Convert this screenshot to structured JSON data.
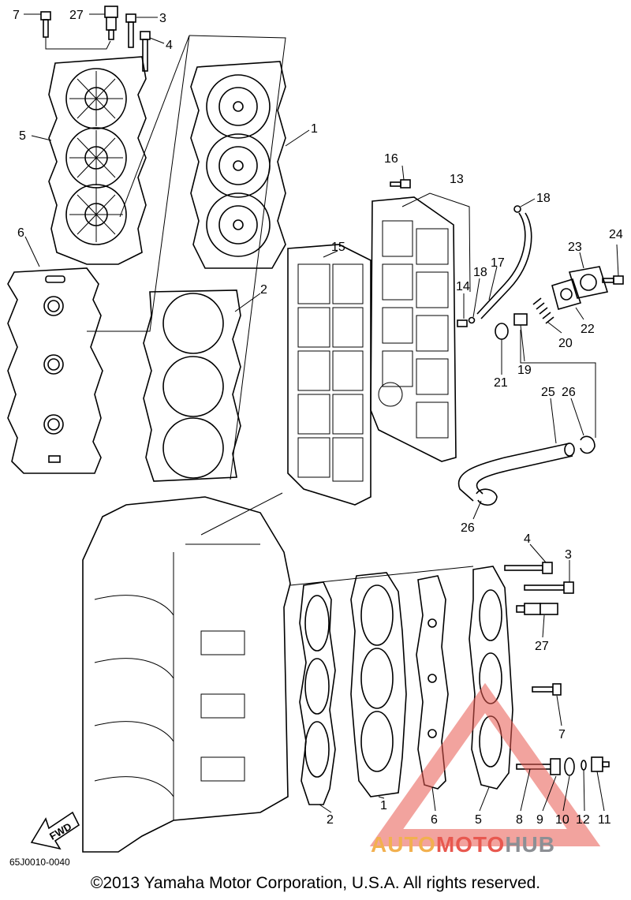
{
  "callouts": {
    "c7a": "7",
    "c27a": "27",
    "c3a": "3",
    "c4a": "4",
    "c5a": "5",
    "c6a": "6",
    "c1a": "1",
    "c2a": "2",
    "c16": "16",
    "c13": "13",
    "c18a": "18",
    "c15": "15",
    "c17": "17",
    "c14": "14",
    "c18b": "18",
    "c23": "23",
    "c24": "24",
    "c22": "22",
    "c20": "20",
    "c19": "19",
    "c21": "21",
    "c25": "25",
    "c26a": "26",
    "c26b": "26",
    "c4b": "4",
    "c3b": "3",
    "c27b": "27",
    "c7b": "7",
    "c11": "11",
    "c12": "12",
    "c10": "10",
    "c9": "9",
    "c8": "8",
    "c5b": "5",
    "c6b": "6",
    "c1b": "1",
    "c2b": "2"
  },
  "fwd_label": "FWD",
  "doc_code": "65J0010-0040",
  "copyright": "©2013 Yamaha Motor Corporation, U.S.A. All rights reserved.",
  "watermark": {
    "part1": "AUTO",
    "part2": "MOTO",
    "part3": "HUB",
    "colors": {
      "auto": "#f2b04f",
      "moto": "#e8584f",
      "hub": "#8c8f94",
      "triangle": "#e8584f"
    }
  }
}
